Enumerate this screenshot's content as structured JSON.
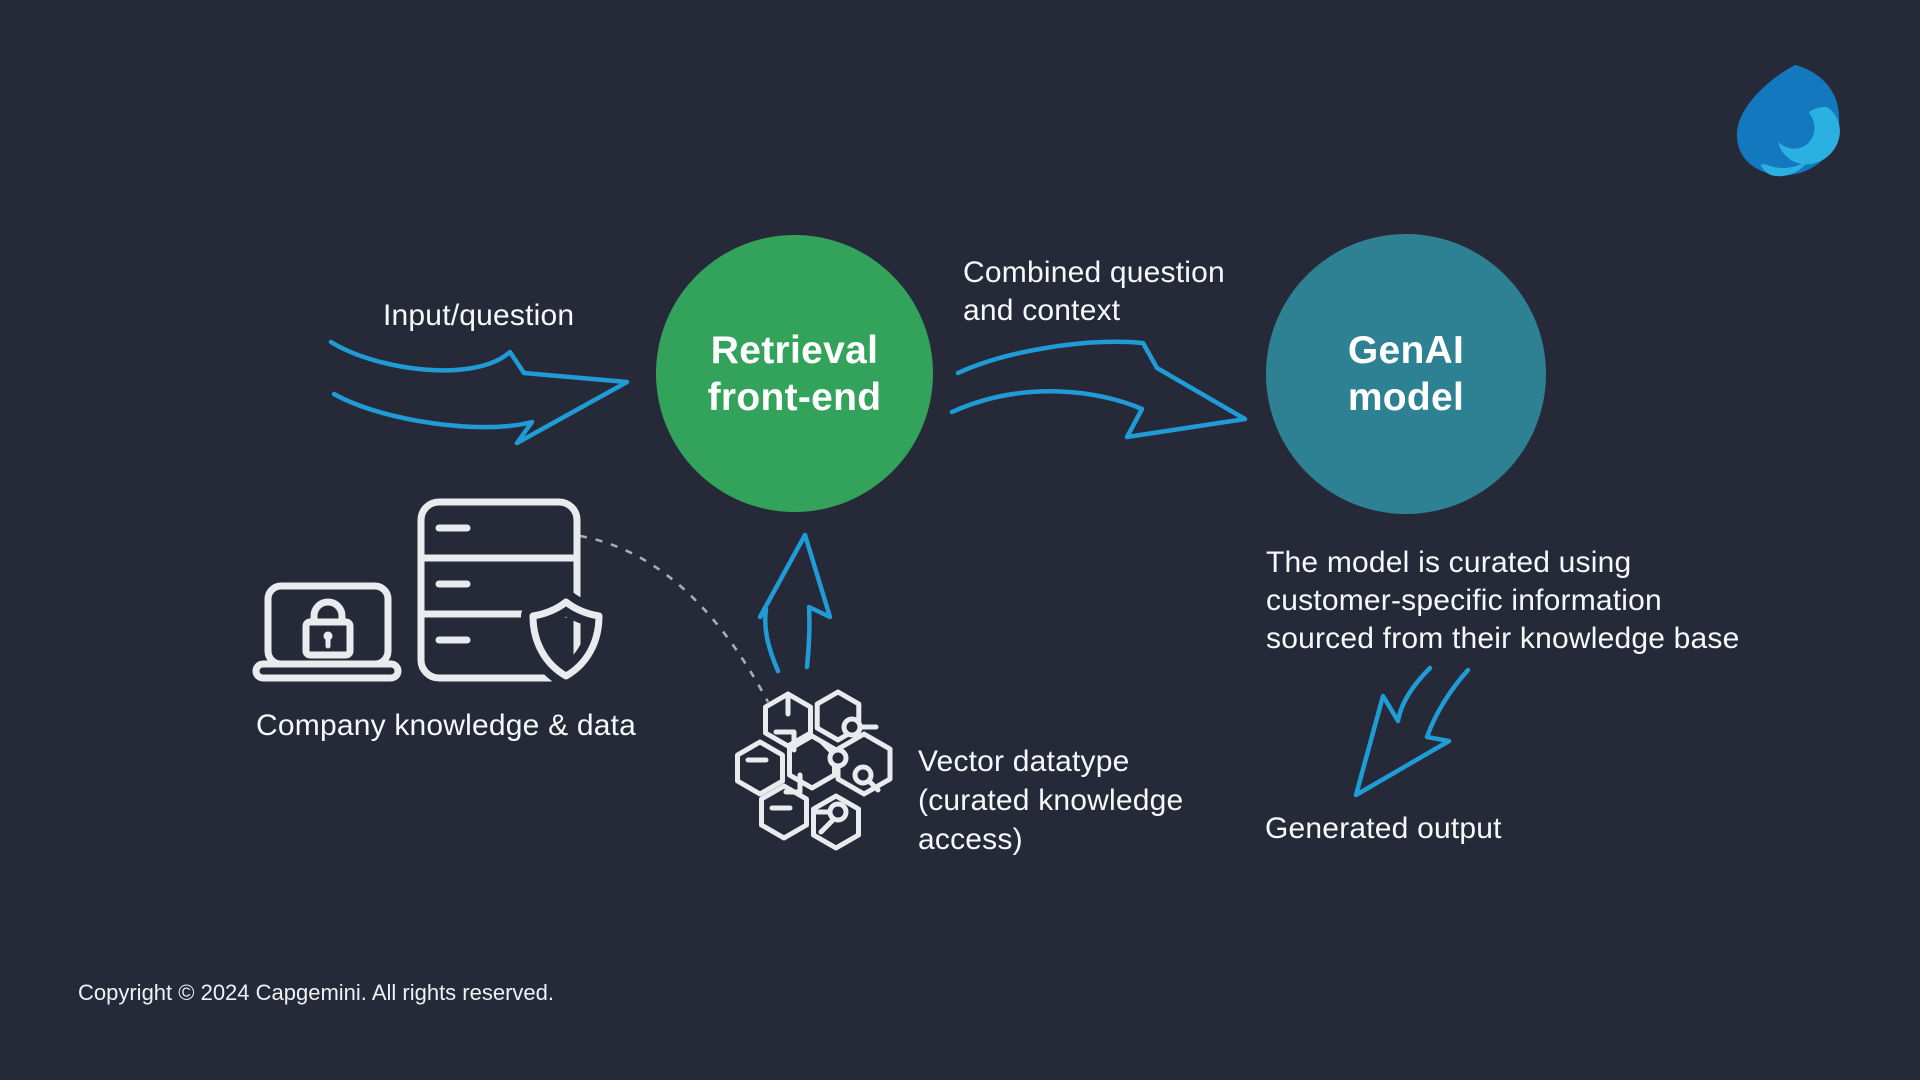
{
  "colors": {
    "background": "#262a38",
    "retrieval_node": "#33a35c",
    "genai_node": "#2d8192",
    "arrow_blue": "#1f9bd5",
    "icon_stroke": "#e9ebef",
    "dashed_line": "#a8aeb6",
    "text": "#f7f8fa",
    "logo_dark_blue": "#1478be",
    "logo_light_blue": "#2bb0e2"
  },
  "nodes": {
    "retrieval": {
      "lines": [
        "Retrieval",
        "front-end"
      ]
    },
    "genai": {
      "lines": [
        "GenAI",
        "model"
      ]
    }
  },
  "labels": {
    "input": "Input/question",
    "combined": [
      "Combined question",
      "and context"
    ],
    "company": "Company knowledge & data",
    "vector": [
      "Vector datatype",
      "(curated knowledge",
      "access)"
    ],
    "model_note": [
      "The model is curated using",
      "customer-specific information",
      "sourced from their knowledge base"
    ],
    "generated": "Generated output"
  },
  "icons": {
    "logo": "capgemini-spade-logo",
    "laptop": "secure-laptop-icon",
    "server": "database-server-icon",
    "shield": "shield-icon",
    "brain": "circuit-brain-icon"
  },
  "footer": {
    "copyright": "Copyright © 2024 Capgemini. All rights reserved."
  }
}
